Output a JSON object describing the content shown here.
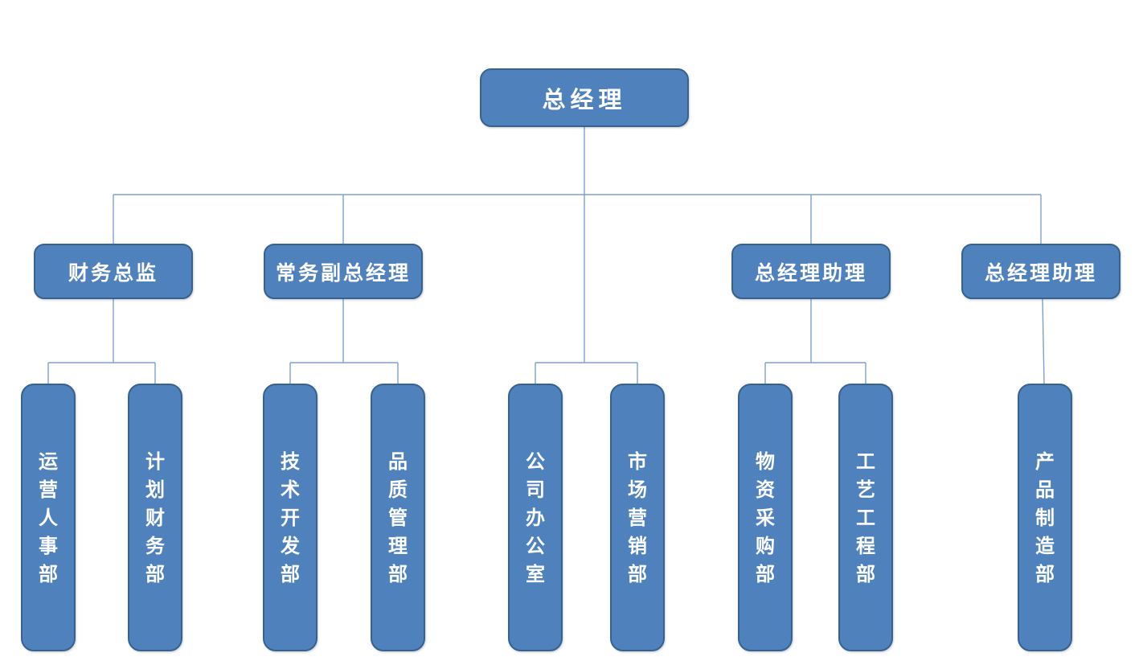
{
  "org_chart": {
    "title": "company-organization-chart",
    "root": {
      "label": "总经理"
    },
    "level2": [
      {
        "label": "财务总监"
      },
      {
        "label": "常务副总经理"
      },
      {
        "label": "总经理助理"
      },
      {
        "label": "总经理助理"
      }
    ],
    "departments": [
      {
        "label": "运营人事部",
        "parent": "财务总监"
      },
      {
        "label": "计划财务部",
        "parent": "财务总监"
      },
      {
        "label": "技术开发部",
        "parent": "常务副总经理"
      },
      {
        "label": "品质管理部",
        "parent": "常务副总经理"
      },
      {
        "label": "公司办公室",
        "parent": "总经理"
      },
      {
        "label": "市场营销部",
        "parent": "总经理"
      },
      {
        "label": "物资采购部",
        "parent": "总经理助理"
      },
      {
        "label": "工艺工程部",
        "parent": "总经理助理"
      },
      {
        "label": "产品制造部",
        "parent": "总经理助理"
      }
    ],
    "colors": {
      "box_fill": "#4F81BD",
      "box_border": "#38618C",
      "connector": "#7DA1CC",
      "text": "#FFFFFF",
      "background": "#FFFFFF"
    }
  }
}
